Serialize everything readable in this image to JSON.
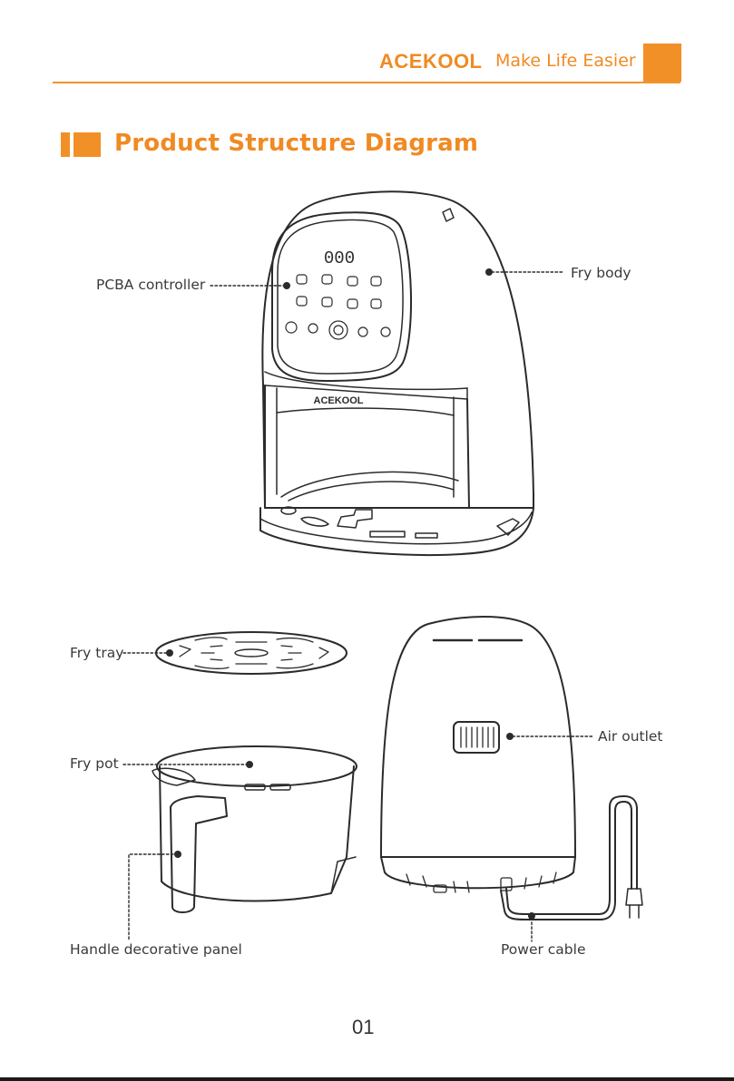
{
  "header": {
    "brand": "ACEKOOL",
    "tagline": "Make Life Easier",
    "accent_color": "#f29028"
  },
  "title": "Product Structure Diagram",
  "device": {
    "display_digits": "000",
    "body_logo": "ACEKOOL"
  },
  "labels": {
    "pcba_controller": "PCBA controller",
    "fry_body": "Fry body",
    "fry_tray": "Fry tray",
    "air_outlet": "Air outlet",
    "fry_pot": "Fry pot",
    "handle_panel": "Handle decorative panel",
    "power_cable": "Power cable"
  },
  "icons": [
    "airfryer-front-illustration",
    "fry-tray-illustration",
    "fry-pot-illustration",
    "airfryer-back-illustration",
    "power-plug-icon"
  ],
  "page_number": "01"
}
